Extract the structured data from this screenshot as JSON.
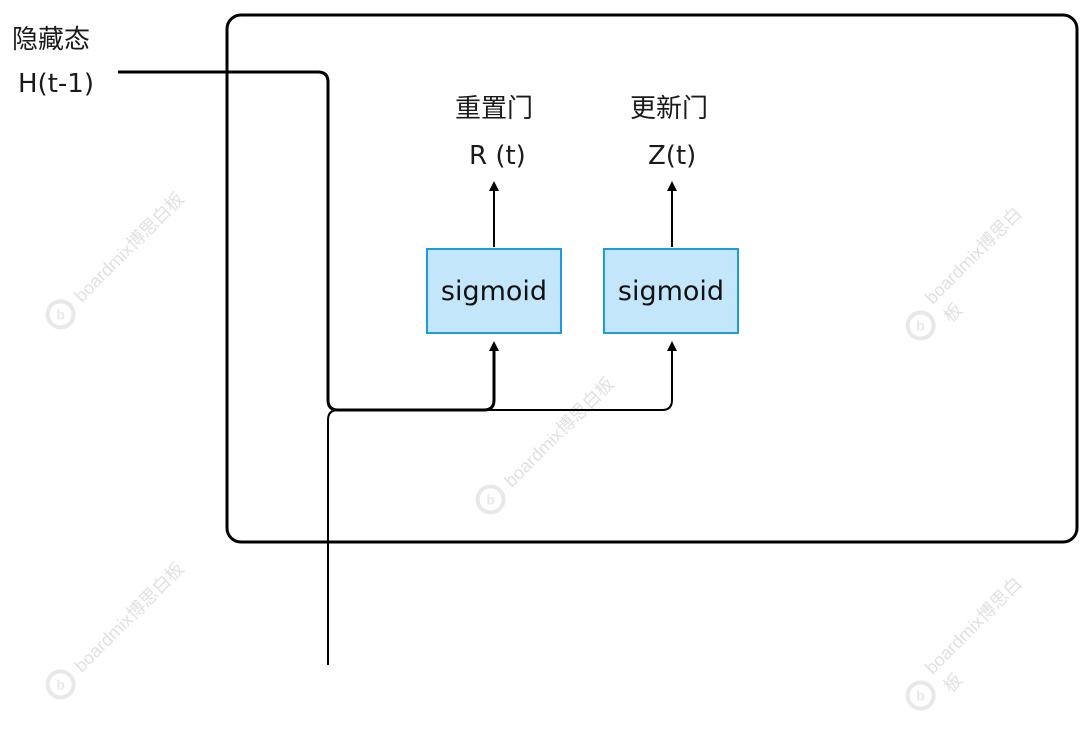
{
  "hidden_state": {
    "title": "隐藏态",
    "symbol": "H(t-1)"
  },
  "reset_gate": {
    "title": "重置门",
    "symbol": "R (t)",
    "box_label": "sigmoid"
  },
  "update_gate": {
    "title": "更新门",
    "symbol": "Z(t)",
    "box_label": "sigmoid"
  },
  "watermark": {
    "text": "boardmix博思白板"
  },
  "colors": {
    "box_fill": "#c4e6fb",
    "box_border": "#1e9be0",
    "line": "#000000"
  }
}
